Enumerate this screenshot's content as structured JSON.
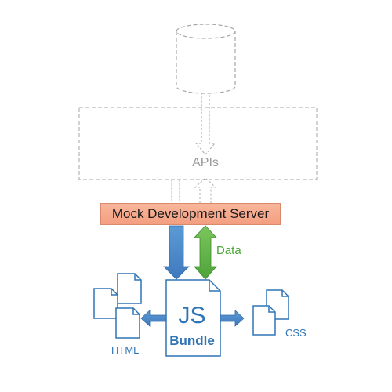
{
  "labels": {
    "apis": "APIs",
    "server": "Mock Development Server",
    "data": "Data",
    "js": "JS",
    "bundle": "Bundle",
    "html": "HTML",
    "css": "CSS"
  },
  "colors": {
    "dashed_gray": "#a6a6a6",
    "server_fill": "#f5a98c",
    "arrow_blue": "#4a86c8",
    "arrow_green": "#5cb447",
    "doc_blue": "#2f75b5",
    "label_gray": "#9a9a9a",
    "label_green": "#4aa636"
  },
  "icons": {
    "database": "database-icon",
    "document": "document-icon"
  }
}
